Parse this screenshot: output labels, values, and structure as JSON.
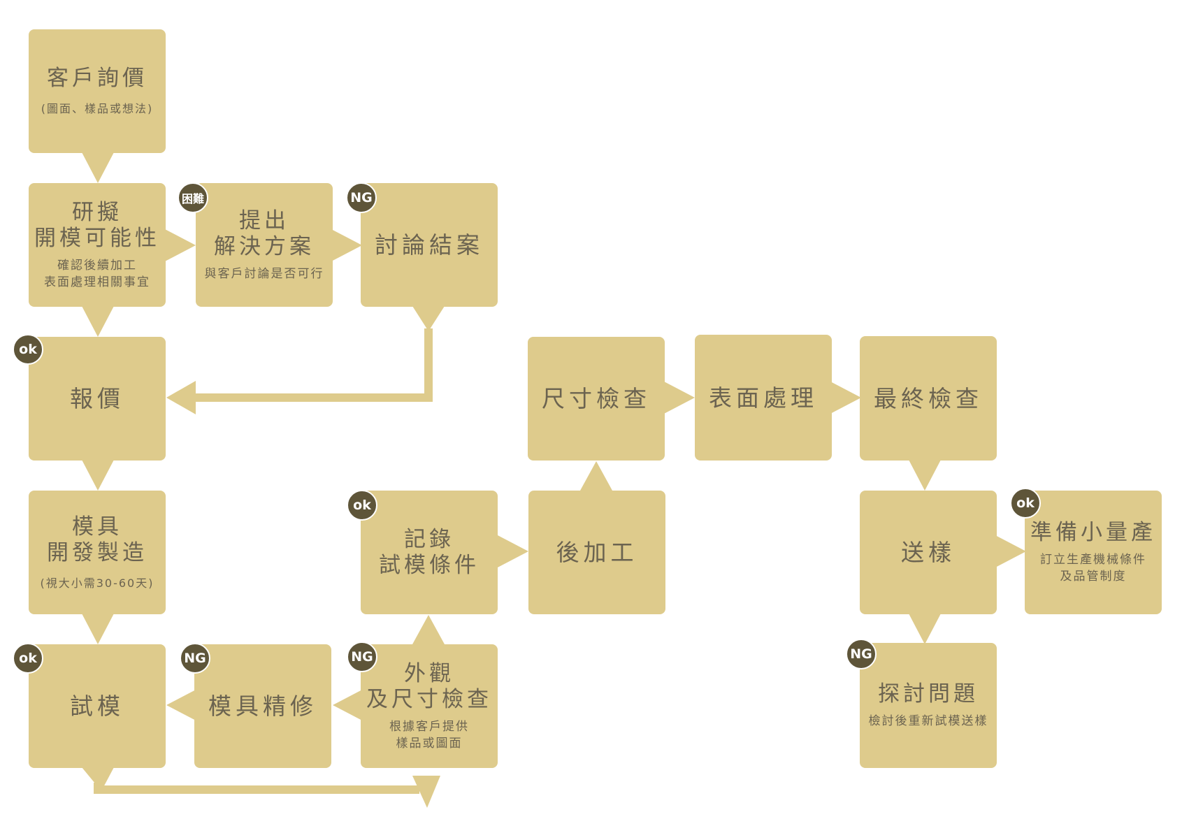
{
  "nodes": {
    "inquiry": {
      "title": "客戶詢價",
      "note": "(圖面、樣品或想法)"
    },
    "feasibility": {
      "title": "研擬\n開模可能性",
      "sub": "確認後續加工\n表面處理相關事宜"
    },
    "solution": {
      "title": "提出\n解決方案",
      "sub": "與客戶討論是否可行"
    },
    "close_case": {
      "title": "討論結案"
    },
    "quote": {
      "title": "報價"
    },
    "mold_making": {
      "title": "模具\n開發製造",
      "note": "(視大小需30-60天)"
    },
    "trial_mold": {
      "title": "試模"
    },
    "mold_refine": {
      "title": "模具精修"
    },
    "appearance_check": {
      "title": "外觀\n及尺寸檢查",
      "sub": "根據客戶提供\n樣品或圖面"
    },
    "record_conditions": {
      "title": "記錄\n試模條件"
    },
    "post_processing": {
      "title": "後加工"
    },
    "dimension_check": {
      "title": "尺寸檢查"
    },
    "surface_treatment": {
      "title": "表面處理"
    },
    "final_inspection": {
      "title": "最終檢查"
    },
    "send_sample": {
      "title": "送樣"
    },
    "small_production": {
      "title": "準備小量產",
      "sub": "訂立生產機械條件\n及品管制度"
    },
    "discuss_issues": {
      "title": "探討問題",
      "sub": "檢討後重新試模送樣"
    }
  },
  "badges": {
    "difficult": "困難",
    "ng_close": "NG",
    "ok_quote": "ok",
    "ok_trial": "ok",
    "ng_refine": "NG",
    "ng_appearance": "NG",
    "ok_record": "ok",
    "ok_production": "ok",
    "ng_discuss": "NG"
  },
  "colors": {
    "box": "#decb8c",
    "badge": "#5e5539",
    "text": "#6b6350"
  }
}
